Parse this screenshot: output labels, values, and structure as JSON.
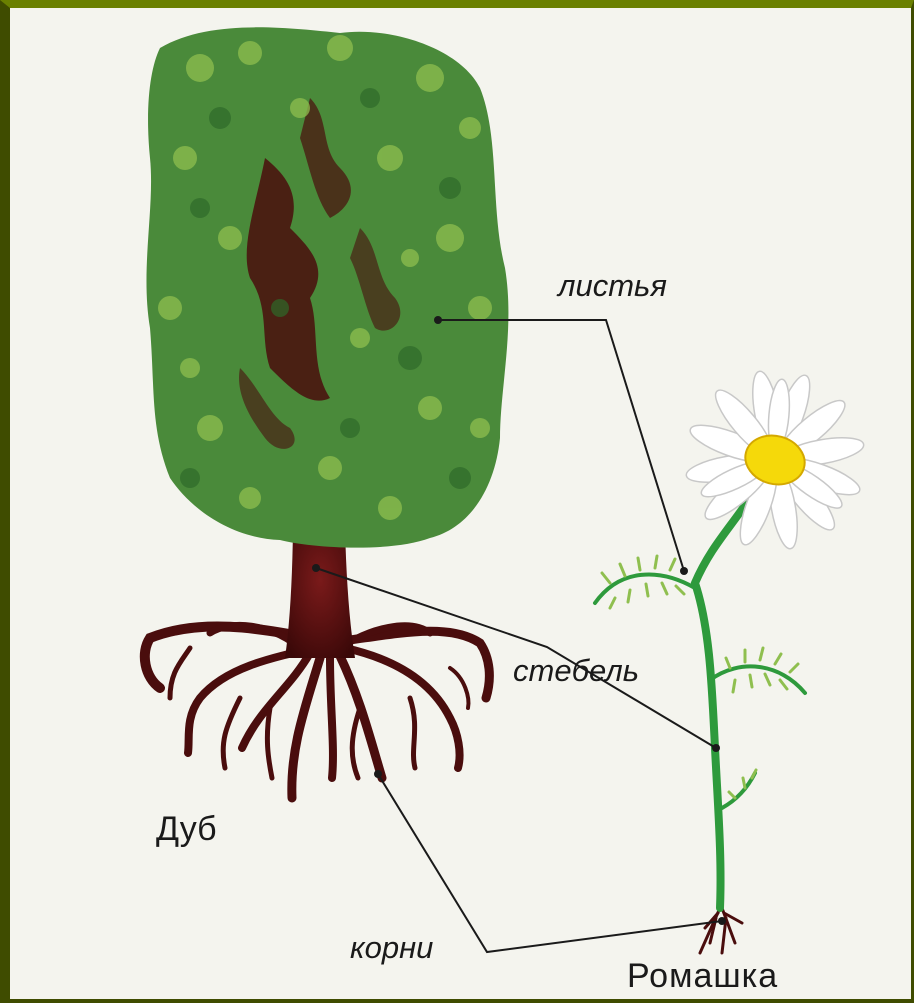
{
  "labels": {
    "leaves": "листья",
    "stem": "стебель",
    "roots": "корни"
  },
  "plants": {
    "oak": "Дуб",
    "chamomile": "Ромашка"
  },
  "colors": {
    "frame_dark": "#3f4c00",
    "frame_light": "#6a8000",
    "background": "#f4f4ee",
    "foliage": "#4f8a3f",
    "foliage_light": "#8fbf4f",
    "bark": "#4a0d0d",
    "stem": "#2e9a3c",
    "petal": "#ffffff",
    "flower_center": "#f5d90a",
    "pointer_line": "#1a1a1a"
  },
  "icons": [
    "oak-tree-illustration",
    "chamomile-flower-illustration"
  ]
}
